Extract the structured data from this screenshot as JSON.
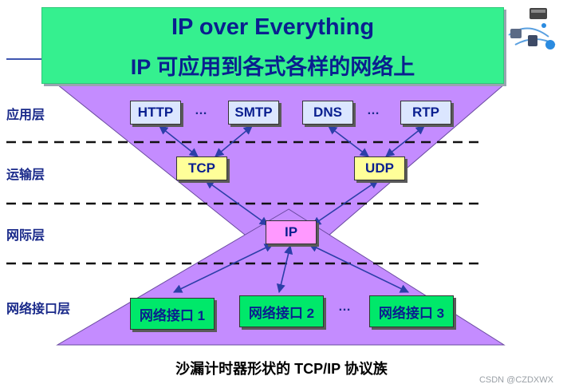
{
  "title": {
    "line1": "IP over Everything",
    "line2": "IP 可应用到各式各样的网络上"
  },
  "layers": {
    "application": "应用层",
    "transport": "运输层",
    "internet": "网际层",
    "network_interface": "网络接口层"
  },
  "protocols": {
    "http": "HTTP",
    "smtp": "SMTP",
    "dns": "DNS",
    "rtp": "RTP",
    "tcp": "TCP",
    "udp": "UDP",
    "ip": "IP",
    "net1": "网络接口 1",
    "net2": "网络接口 2",
    "net3": "网络接口 3"
  },
  "ellipsis": "…",
  "caption": "沙漏计时器形状的 TCP/IP 协议族",
  "watermark": "CSDN @CZDXWX",
  "colors": {
    "hourglass_fill": "#c48cff",
    "title_bg": "#35f08f",
    "app_box": "#dbe6ff",
    "transport_box": "#ffff99",
    "ip_box": "#ff99ff",
    "net_box": "#00e86a",
    "text_blue": "#0a1f8f"
  },
  "icons": [
    "network-devices-icon"
  ]
}
